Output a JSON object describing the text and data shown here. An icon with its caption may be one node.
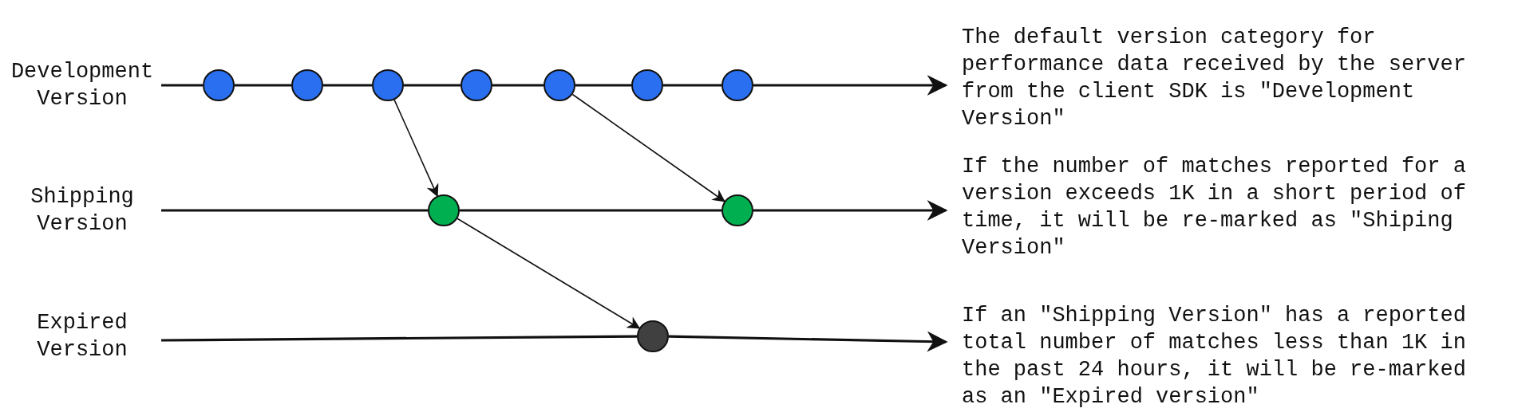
{
  "diagram": {
    "nodes": [
      {
        "text": [
          "Development Version"
        ]
      },
      {
        "text": [],
        "shape": "circle"
      },
      {
        "text": [],
        "shape": "circle"
      },
      {
        "text": [],
        "shape": "circle"
      },
      {
        "text": [],
        "shape": "circle"
      },
      {
        "text": [],
        "shape": "circle"
      },
      {
        "text": [],
        "shape": "circle"
      },
      {
        "text": [],
        "shape": "circle"
      },
      {
        "text": [
          "The default version category for performance data received by the server from the client SDK is \"Development Version\""
        ]
      },
      {
        "text": [
          "Shipping Version"
        ]
      },
      {
        "text": [],
        "shape": "circle"
      },
      {
        "text": [],
        "shape": "circle"
      },
      {
        "text": [
          "If the number of matches reported for a version exceeds 1K in a short period of time, it will be re-marked as \"Shiping Version\""
        ]
      },
      {
        "text": [
          "Expired Version"
        ]
      },
      {
        "text": [],
        "shape": "circle"
      },
      {
        "text": [
          "If an \"Shipping Version\" has a reported total number of matches less than 1K in the past 24 hours, it will be re-marked as an \"Expired version\""
        ]
      }
    ],
    "edges": [
      {
        "from": 0,
        "to": 1,
        "arrow": "none"
      },
      {
        "from": 1,
        "to": 2,
        "arrow": "none"
      },
      {
        "from": 2,
        "to": 3,
        "arrow": "none"
      },
      {
        "from": 3,
        "to": 4,
        "arrow": "none"
      },
      {
        "from": 4,
        "to": 5,
        "arrow": "none"
      },
      {
        "from": 5,
        "to": 6,
        "arrow": "none"
      },
      {
        "from": 6,
        "to": 7,
        "arrow": "none"
      },
      {
        "from": 7,
        "to": 8,
        "arrow": "to"
      },
      {
        "from": 3,
        "to": 10,
        "arrow": "to"
      },
      {
        "from": 5,
        "to": 11,
        "arrow": "to"
      },
      {
        "from": 9,
        "to": 10,
        "arrow": "none"
      },
      {
        "from": 10,
        "to": 11,
        "arrow": "none"
      },
      {
        "from": 11,
        "to": 12,
        "arrow": "to"
      },
      {
        "from": 10,
        "to": 14,
        "arrow": "to"
      },
      {
        "from": 13,
        "to": 14,
        "arrow": "none"
      },
      {
        "from": 14,
        "to": 15,
        "arrow": "to"
      }
    ]
  }
}
